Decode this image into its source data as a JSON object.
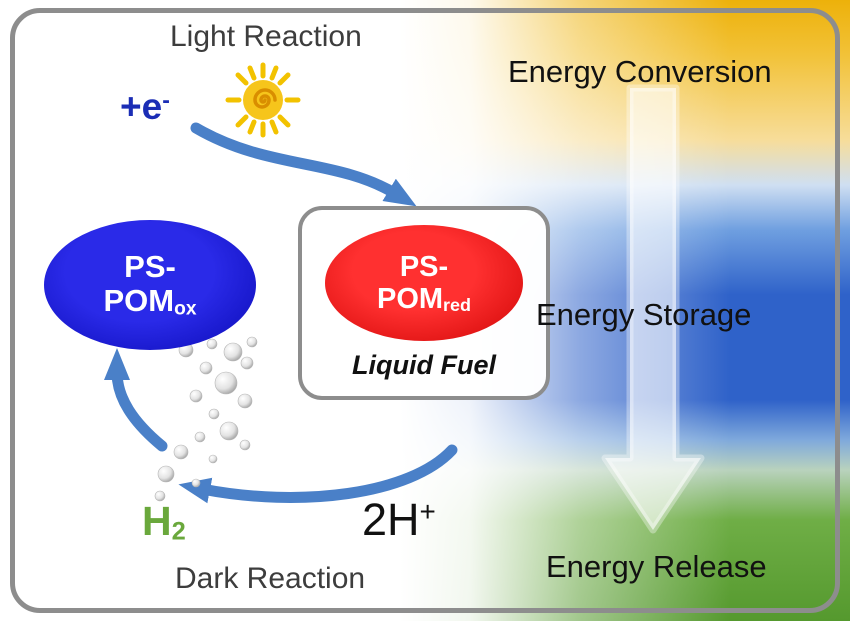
{
  "labels": {
    "light_reaction": "Light Reaction",
    "dark_reaction": "Dark Reaction"
  },
  "energy": {
    "conversion": "Energy Conversion",
    "storage": "Energy Storage",
    "release": "Energy Release"
  },
  "species": {
    "electron_main": "+e",
    "electron_sup": "-",
    "ox_line1": "PS-",
    "ox_line2": "POM",
    "ox_sub": "ox",
    "red_line1": "PS-",
    "red_line2": "POM",
    "red_sub": "red",
    "liquid_fuel": "Liquid Fuel",
    "h2_main": "H",
    "h2_sub": "2",
    "proton_main": "2H",
    "proton_sup": "+"
  },
  "colors": {
    "ox_ellipse_blue": "#1212d6",
    "red_ellipse_red": "#ee1111",
    "cycle_arrow_blue": "#4a80c8",
    "h2_green": "#6aa83c",
    "sun_yellow": "#f5c518",
    "band_yellow": "#edb10a",
    "band_blue": "#2f62c9",
    "band_green": "#55992e",
    "frame_gray": "#8d8d8d"
  }
}
